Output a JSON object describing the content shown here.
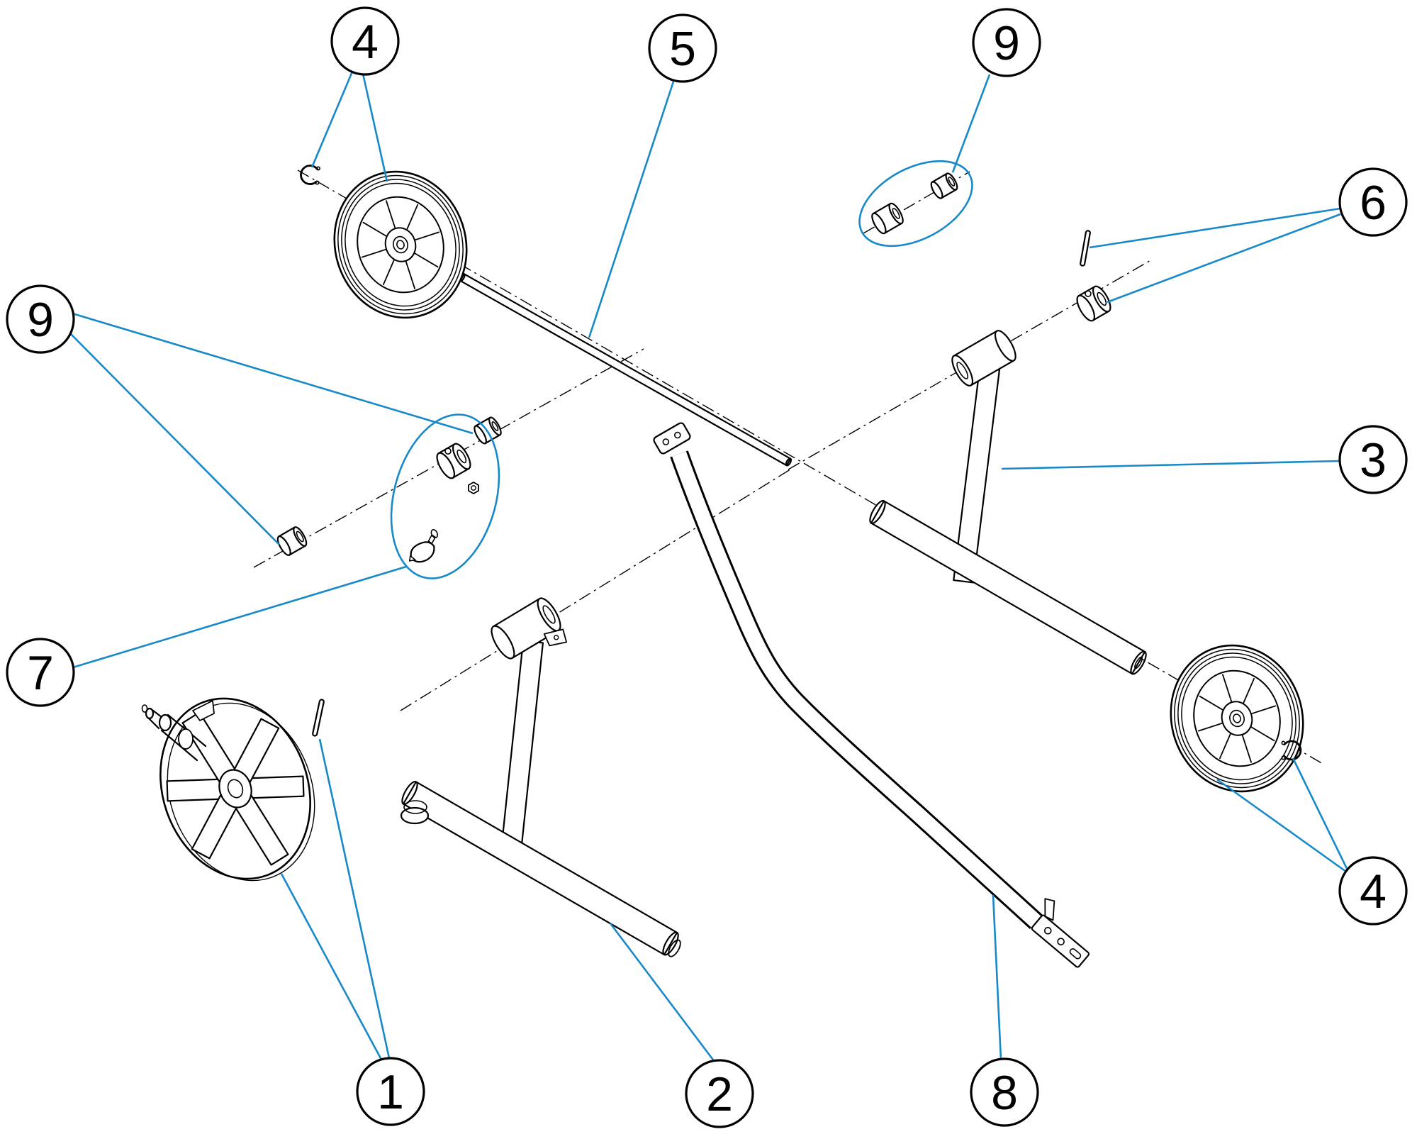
{
  "figure": {
    "type": "exploded-parts-diagram",
    "background_color": "#ffffff",
    "line_color": "#000000",
    "accent_color": "#1789c9",
    "callouts": [
      {
        "id": "callout-4-top",
        "label": "4"
      },
      {
        "id": "callout-5",
        "label": "5"
      },
      {
        "id": "callout-9-top",
        "label": "9"
      },
      {
        "id": "callout-6",
        "label": "6"
      },
      {
        "id": "callout-3",
        "label": "3"
      },
      {
        "id": "callout-9-left",
        "label": "9"
      },
      {
        "id": "callout-7",
        "label": "7"
      },
      {
        "id": "callout-1",
        "label": "1"
      },
      {
        "id": "callout-2",
        "label": "2"
      },
      {
        "id": "callout-8",
        "label": "8"
      },
      {
        "id": "callout-4-bottom",
        "label": "4"
      }
    ]
  }
}
